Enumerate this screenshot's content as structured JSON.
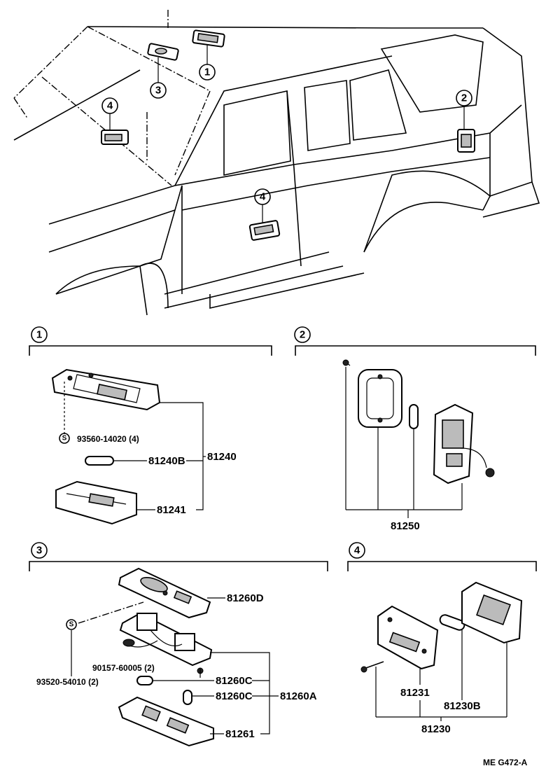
{
  "diagram": {
    "code": "ME G472-A",
    "callouts": {
      "c1": "1",
      "c2": "2",
      "c3": "3",
      "c4": "4"
    },
    "section1": {
      "badge": "1",
      "label_screw": "93560-14020 (4)",
      "label_bulb": "81240B",
      "label_assy": "81240",
      "label_lens": "81241",
      "screw_mark": "S"
    },
    "section2": {
      "badge": "2",
      "label_assy": "81250"
    },
    "section3": {
      "badge": "3",
      "label_cover": "81260D",
      "label_screw": "90157-60005 (2)",
      "label_bulb1": "81260C",
      "label_bulb2": "81260C",
      "label_assy": "81260A",
      "label_lens": "81261",
      "label_screw2": "93520-54010 (2)",
      "screw_mark": "S"
    },
    "section4": {
      "badge": "4",
      "label_lens": "81231",
      "label_bulb": "81230B",
      "label_assy": "81230"
    }
  }
}
